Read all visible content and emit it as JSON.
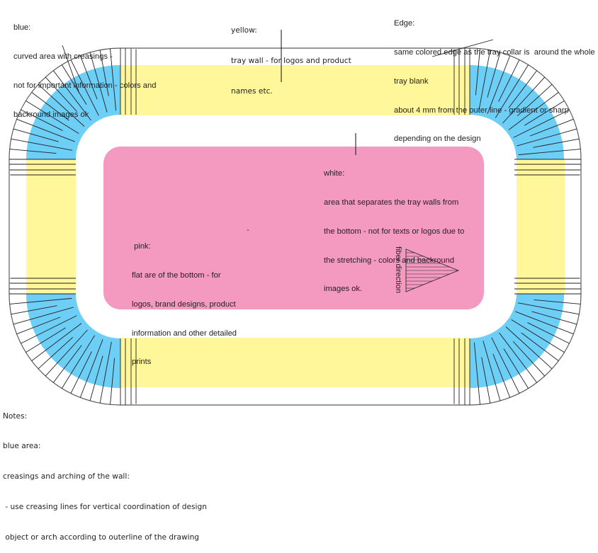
{
  "colors": {
    "blue_area": "#6dcff6",
    "yellow_area": "#fff799",
    "white_area": "#ffffff",
    "pink_area": "#f49ac1",
    "outline": "#231f20"
  },
  "annotations": {
    "blue": {
      "heading": "blue:",
      "lines": [
        "curved area with creasings -",
        "not for important information - colors and",
        "backround images ok"
      ]
    },
    "yellow": {
      "heading": "yellow:",
      "lines": [
        "tray wall - for logos and product",
        "names etc."
      ]
    },
    "edge": {
      "heading": "Edge:",
      "lines": [
        "same colored edge as the tray collar is  around the whole",
        "tray blank",
        "about 4 mm from the outer line - gradient or sharp",
        "depending on the design"
      ]
    },
    "white": {
      "heading": "white:",
      "lines": [
        "area that separates the tray walls from",
        "the bottom - not for texts or logos due to",
        "the stretching - colors and backround",
        "images ok."
      ]
    },
    "pink": {
      "heading": " pink:",
      "lines": [
        "flat are of the bottom - for",
        "logos, brand designs, product",
        "information and other detailed",
        "prints"
      ]
    },
    "notes": {
      "heading": "Notes:",
      "lines": [
        "blue area:",
        "creasings and arching of the wall:",
        " - use creasing lines for vertical coordination of design",
        " object or arch according to outerline of the drawing"
      ]
    }
  },
  "fiber_direction": {
    "label": "fiber direction",
    "icon": "triangle-arrow-right"
  }
}
